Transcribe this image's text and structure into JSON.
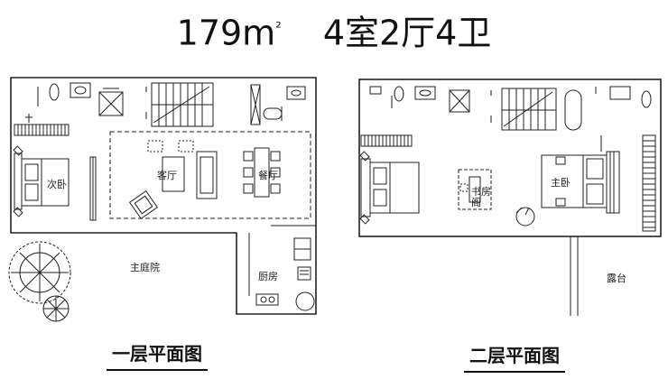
{
  "title": {
    "area": "179m",
    "area_sup": "²",
    "rooms": "4室2厅4卫"
  },
  "floor1": {
    "caption": "一层平面图",
    "rooms": {
      "living": "客厅",
      "dining": "餐厅",
      "second_bedroom": "次卧",
      "main_courtyard": "主庭院",
      "kitchen": "厨房"
    }
  },
  "floor2": {
    "caption": "二层平面图",
    "rooms": {
      "study_line1": "书房",
      "study_line2": "阁",
      "master_bedroom": "主卧",
      "terrace": "露台"
    }
  }
}
